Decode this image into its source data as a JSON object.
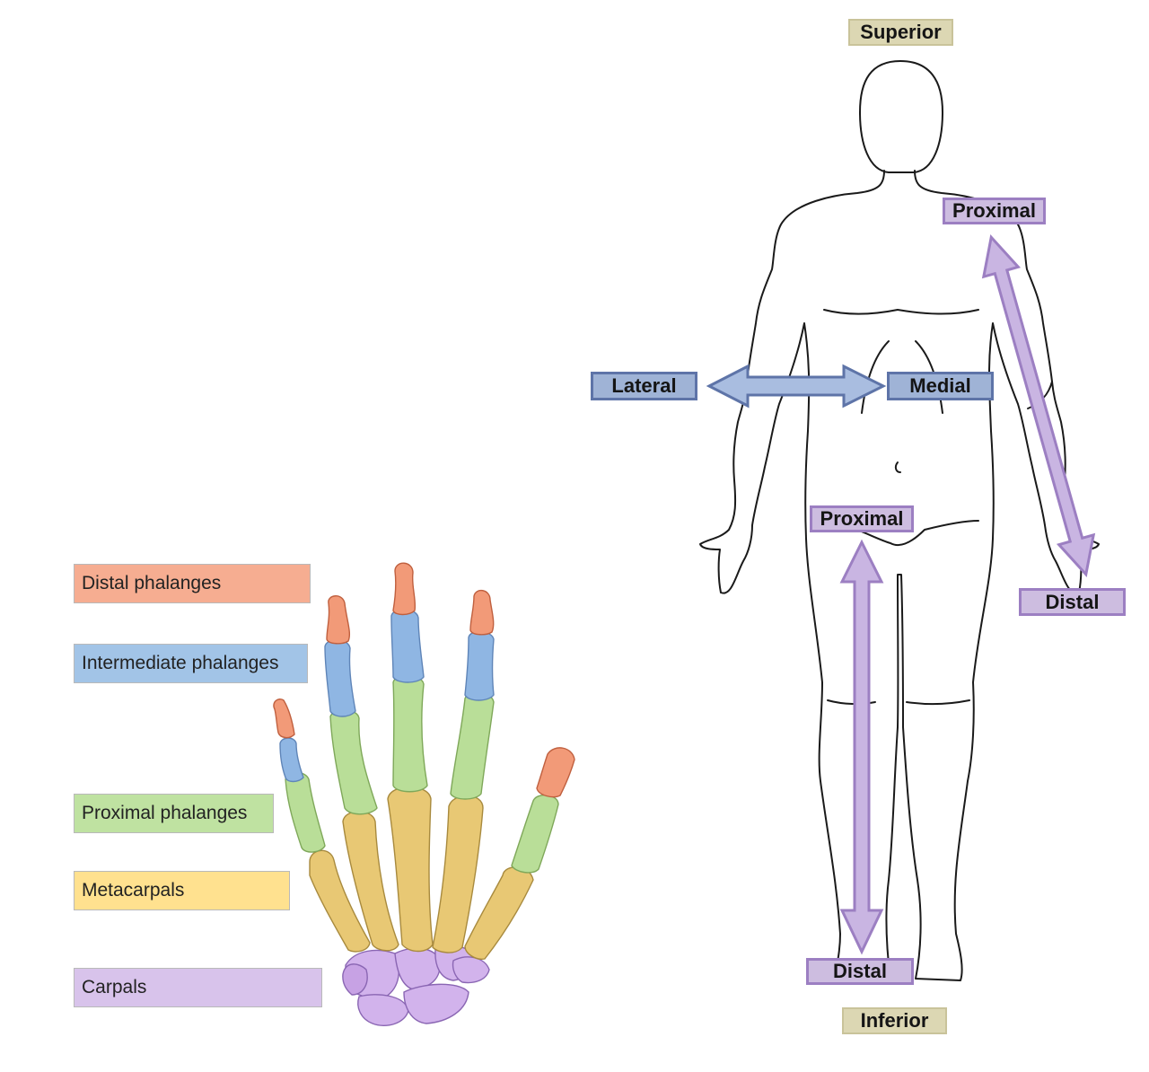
{
  "hand_legend": {
    "distal_phalanges": "Distal phalanges",
    "intermediate_phalanges": "Intermediate phalanges",
    "proximal_phalanges": "Proximal phalanges",
    "metacarpals": "Metacarpals",
    "carpals": "Carpals"
  },
  "body_labels": {
    "superior": "Superior",
    "inferior": "Inferior",
    "lateral": "Lateral",
    "medial": "Medial",
    "arm_proximal": "Proximal",
    "arm_distal": "Distal",
    "leg_proximal": "Proximal",
    "leg_distal": "Distal"
  },
  "colors": {
    "distal": "#f6ad91",
    "intermediate": "#a2c4e7",
    "proximal": "#bfe2a1",
    "metacarpal": "#ffe18f",
    "carpal": "#d8c3eb",
    "bone_distal": "#f08a68",
    "bone_intermediate": "#7ea6d9",
    "bone_proximal": "#a7d585",
    "bone_metacarpal": "#e6c168",
    "bone_carpal": "#c7a2e4",
    "arrow_purple": "#c9b5e2",
    "arrow_blue": "#a9bde0"
  }
}
